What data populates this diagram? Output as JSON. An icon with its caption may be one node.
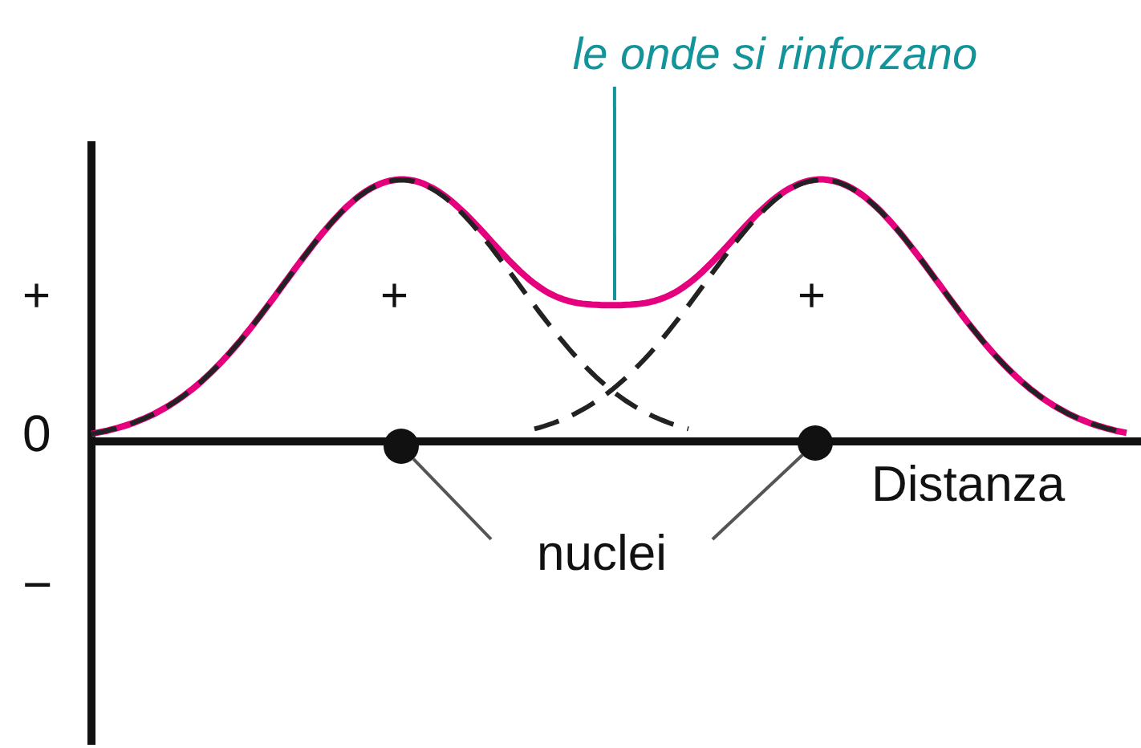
{
  "diagram": {
    "nodes": [
      {
        "text": [
          "le onde si rinforzano"
        ]
      },
      {
        "text": [
          "nuclei"
        ]
      },
      {
        "text": [],
        "shape": "circle"
      },
      {
        "text": [],
        "shape": "circle"
      }
    ],
    "edges": [
      {
        "from": 0,
        "to": null,
        "arrow": "none",
        "color": "#13939a"
      },
      {
        "from": 1,
        "to": 2,
        "arrow": "none"
      },
      {
        "from": 1,
        "to": 3,
        "arrow": "none"
      }
    ],
    "labels": [
      "+",
      "0",
      "−",
      "+",
      "+",
      "Distanza"
    ]
  }
}
